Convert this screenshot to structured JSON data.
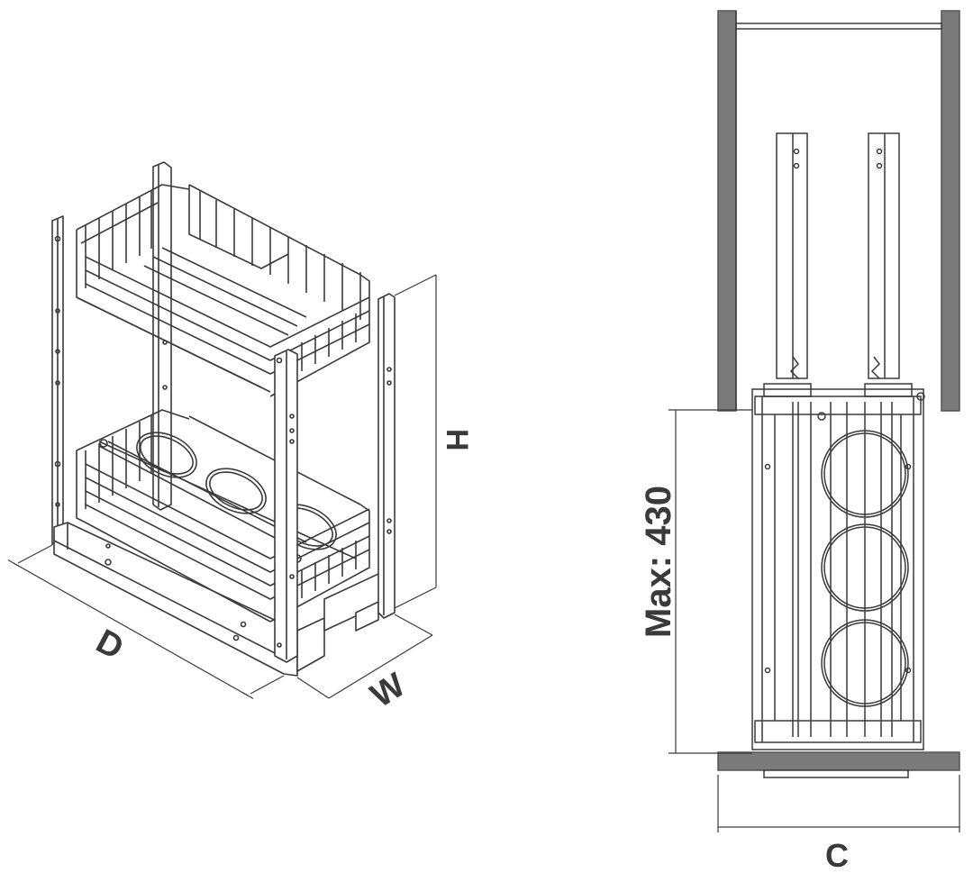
{
  "left_view": {
    "label_depth": "D",
    "label_width": "W",
    "label_height": "H"
  },
  "right_view": {
    "label_max": "Max: 430",
    "label_cabinet": "C"
  },
  "colors": {
    "line": "#3a3a3a",
    "cabinet_wall": "#7a7a7a",
    "background": "#ffffff"
  }
}
